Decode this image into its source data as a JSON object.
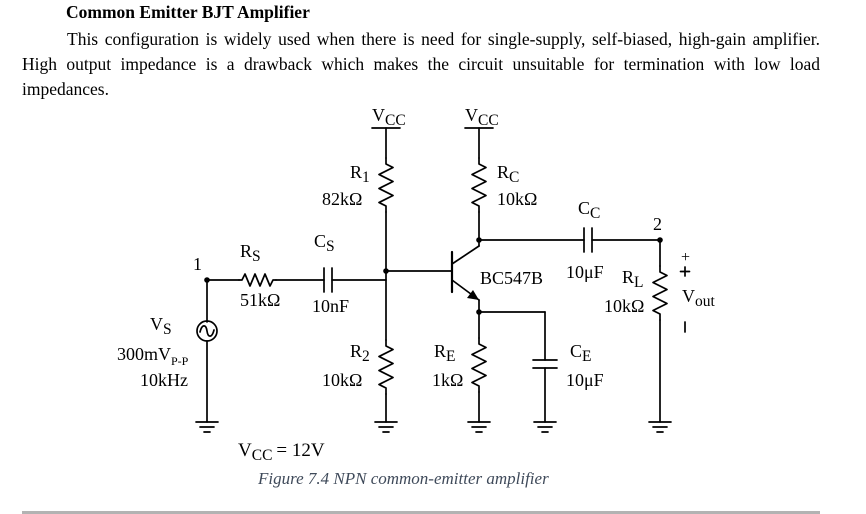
{
  "heading": "Common Emitter BJT Amplifier",
  "paragraph": "This configuration is widely used when there is need for single-supply, self-biased, high-gain amplifier. High output impedance is a drawback which makes the circuit unsuitable for termination with low load impedances.",
  "circuit": {
    "vcc_1": {
      "main": "V",
      "sub": "CC"
    },
    "vcc_2": {
      "main": "V",
      "sub": "CC"
    },
    "r1": {
      "main": "R",
      "sub": "1",
      "value": "82kΩ"
    },
    "rc": {
      "main": "R",
      "sub": "C",
      "value": "10kΩ"
    },
    "rs": {
      "main": "R",
      "sub": "S",
      "value": "51kΩ"
    },
    "cs": {
      "main": "C",
      "sub": "S",
      "value": "10nF"
    },
    "cc": {
      "main": "C",
      "sub": "C",
      "value": "10μF"
    },
    "rl": {
      "main": "R",
      "sub": "L",
      "value": "10kΩ"
    },
    "r2": {
      "main": "R",
      "sub": "2",
      "value": "10kΩ"
    },
    "re": {
      "main": "R",
      "sub": "E",
      "value": "1kΩ"
    },
    "ce": {
      "main": "C",
      "sub": "E",
      "value": "10μF"
    },
    "vs": {
      "main": "V",
      "sub": "S",
      "amplitude": "300mV",
      "amplitude_sub": "P-P",
      "frequency": "10kHz"
    },
    "transistor": "BC547B",
    "node_1": "1",
    "node_2": "2",
    "vout": {
      "main": "V",
      "sub": "out",
      "plus": "+",
      "minus": "−"
    },
    "supply": {
      "main": "V",
      "sub": "CC",
      "value": "= 12V"
    }
  },
  "caption": "Figure 7.4 NPN common-emitter amplifier"
}
